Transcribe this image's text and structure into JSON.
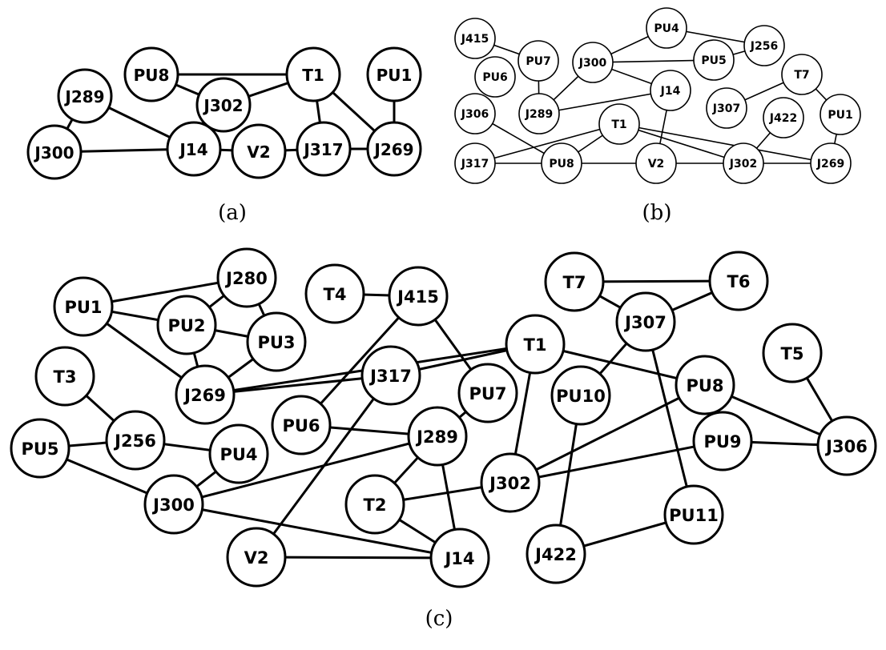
{
  "panels": {
    "a": {
      "caption": "(a)",
      "nodes": [
        "PU8",
        "T1",
        "PU1",
        "J289",
        "J302",
        "J300",
        "J14",
        "V2",
        "J317",
        "J269"
      ],
      "edges": [
        [
          "PU8",
          "T1"
        ],
        [
          "PU8",
          "J302"
        ],
        [
          "J302",
          "T1"
        ],
        [
          "T1",
          "J317"
        ],
        [
          "T1",
          "J269"
        ],
        [
          "PU1",
          "J269"
        ],
        [
          "J289",
          "J300"
        ],
        [
          "J289",
          "J14"
        ],
        [
          "J300",
          "J14"
        ],
        [
          "J14",
          "V2"
        ],
        [
          "V2",
          "J317"
        ],
        [
          "J317",
          "J269"
        ]
      ]
    },
    "b": {
      "caption": "(b)",
      "nodes": [
        "J415",
        "PU7",
        "PU6",
        "PU4",
        "J300",
        "PU5",
        "J256",
        "T7",
        "J306",
        "J289",
        "J14",
        "J307",
        "J422",
        "PU1",
        "T1",
        "J317",
        "PU8",
        "V2",
        "J302",
        "J269"
      ],
      "edges": [
        [
          "J415",
          "PU7"
        ],
        [
          "J300",
          "PU4"
        ],
        [
          "PU4",
          "J256"
        ],
        [
          "J300",
          "PU5"
        ],
        [
          "PU5",
          "J256"
        ],
        [
          "J300",
          "J289"
        ],
        [
          "J300",
          "J14"
        ],
        [
          "J289",
          "PU7"
        ],
        [
          "J289",
          "J14"
        ],
        [
          "J306",
          "PU8"
        ],
        [
          "T7",
          "J307"
        ],
        [
          "T7",
          "PU1"
        ],
        [
          "PU1",
          "J269"
        ],
        [
          "J14",
          "V2"
        ],
        [
          "J422",
          "J302"
        ],
        [
          "T1",
          "J317"
        ],
        [
          "T1",
          "PU8"
        ],
        [
          "T1",
          "J302"
        ],
        [
          "T1",
          "J269"
        ],
        [
          "J317",
          "PU8"
        ],
        [
          "PU8",
          "V2"
        ],
        [
          "V2",
          "J302"
        ],
        [
          "J302",
          "J269"
        ]
      ]
    },
    "c": {
      "caption": "(c)",
      "nodes": [
        "PU1",
        "J280",
        "PU2",
        "PU3",
        "T4",
        "J415",
        "T7",
        "T6",
        "J307",
        "T1",
        "T5",
        "T3",
        "J269",
        "J317",
        "PU7",
        "PU10",
        "PU8",
        "PU6",
        "J289",
        "PU5",
        "J256",
        "PU4",
        "J300",
        "T2",
        "J302",
        "PU9",
        "J306",
        "PU11",
        "V2",
        "J14",
        "J422"
      ],
      "edges": [
        [
          "PU1",
          "J280"
        ],
        [
          "PU1",
          "PU2"
        ],
        [
          "PU1",
          "J269"
        ],
        [
          "J280",
          "PU2"
        ],
        [
          "J280",
          "PU3"
        ],
        [
          "PU2",
          "PU3"
        ],
        [
          "PU2",
          "J269"
        ],
        [
          "PU3",
          "J269"
        ],
        [
          "T4",
          "J415"
        ],
        [
          "J415",
          "PU6"
        ],
        [
          "J415",
          "PU7"
        ],
        [
          "J269",
          "J317"
        ],
        [
          "J269",
          "T1"
        ],
        [
          "J317",
          "T1"
        ],
        [
          "J317",
          "V2"
        ],
        [
          "PU6",
          "J289"
        ],
        [
          "PU7",
          "J289"
        ],
        [
          "T3",
          "J256"
        ],
        [
          "PU5",
          "J256"
        ],
        [
          "PU5",
          "J300"
        ],
        [
          "J256",
          "PU4"
        ],
        [
          "PU4",
          "J300"
        ],
        [
          "J300",
          "J289"
        ],
        [
          "J300",
          "J14"
        ],
        [
          "V2",
          "J14"
        ],
        [
          "J289",
          "T2"
        ],
        [
          "J289",
          "J14"
        ],
        [
          "T2",
          "J14"
        ],
        [
          "T2",
          "J302"
        ],
        [
          "T1",
          "J302"
        ],
        [
          "T1",
          "PU8"
        ],
        [
          "T7",
          "T6"
        ],
        [
          "T7",
          "J307"
        ],
        [
          "T6",
          "J307"
        ],
        [
          "J307",
          "PU10"
        ],
        [
          "J307",
          "PU11"
        ],
        [
          "PU10",
          "J422"
        ],
        [
          "J422",
          "PU11"
        ],
        [
          "PU8",
          "J302"
        ],
        [
          "PU8",
          "J306"
        ],
        [
          "J302",
          "PU9"
        ],
        [
          "PU9",
          "J306"
        ],
        [
          "T5",
          "J306"
        ]
      ]
    }
  }
}
